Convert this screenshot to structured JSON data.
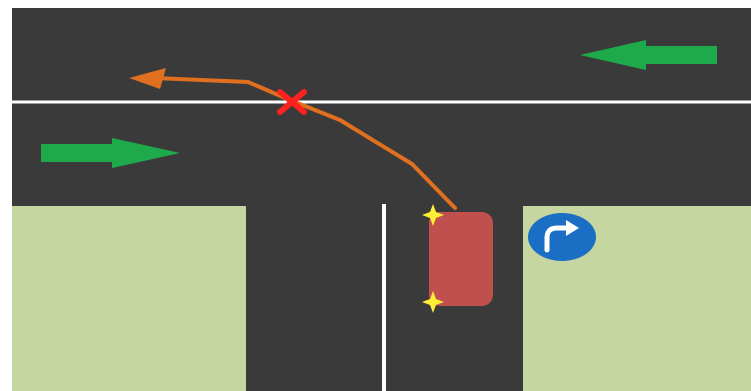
{
  "diagram": {
    "description_visible_text": "",
    "colors": {
      "road": "#3a3a3a",
      "grass": "#c6d6a0",
      "lane_line": "#ffffff",
      "traffic_arrow": "#1eaa4b",
      "path": "#e07020",
      "conflict_mark": "#ff2020",
      "car": "#c0504d",
      "indicator_light": "#ffee33",
      "sign_background": "#1a6fc4",
      "sign_arrow": "#ffffff"
    },
    "traffic_directions": [
      "left",
      "right"
    ],
    "sign": {
      "type": "right-turn-only",
      "icon": "turn-right-arrow-icon"
    },
    "path_status": "forbidden"
  }
}
